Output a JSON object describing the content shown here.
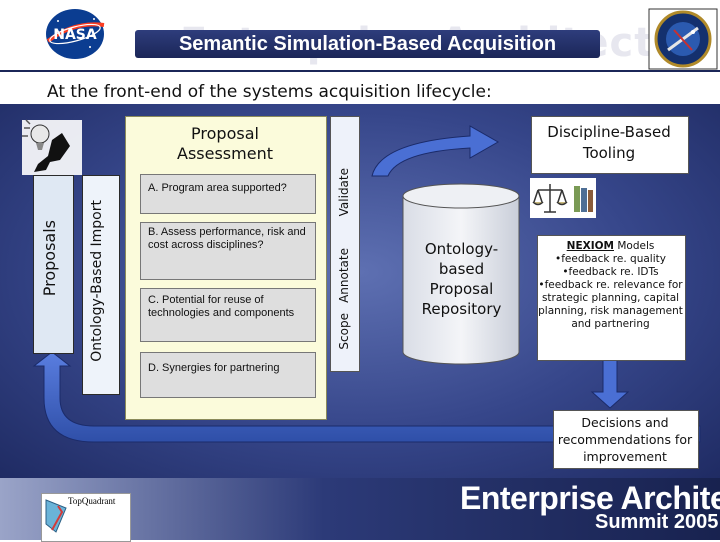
{
  "header": {
    "title": "Semantic Simulation-Based Acquisition",
    "watermark": "Enterprise Architect",
    "nasa_logo": "NASA",
    "seal_icon": "agency-seal-icon"
  },
  "subtitle": "At the front-end of the systems acquisition lifecycle:",
  "diagram": {
    "proposals_label": "Proposals",
    "import_label": "Ontology-Based Import",
    "assessment": {
      "title_line1": "Proposal",
      "title_line2": "Assessment",
      "steps": [
        "A. Program area supported?",
        "B. Assess performance, risk and cost across disciplines?",
        "C. Potential for reuse of technologies and components",
        "D. Synergies for partnering"
      ]
    },
    "stages": [
      "Scope",
      "Annotate",
      "Validate"
    ],
    "repository": {
      "line1": "Ontology-",
      "line2": "based",
      "line3": "Proposal",
      "line4": "Repository"
    },
    "tooling": {
      "line1": "Discipline-Based",
      "line2": "Tooling"
    },
    "nexiom": {
      "brand": "NEXIOM",
      "suffix": " Models",
      "items": [
        "•feedback re. quality",
        "•feedback re. IDTs",
        "•feedback re. relevance for strategic planning, capital planning, risk management and partnering"
      ]
    },
    "decisions": "Decisions and recommendations for improvement",
    "icons": [
      "thinker-icon",
      "scales-icon",
      "books-icon"
    ],
    "colors": {
      "background": "#36468a",
      "arrow": "#4566c8",
      "panel": "#fbfbdb"
    }
  },
  "footer": {
    "event_line1": "Enterprise Architect",
    "event_line2": "Summit 2005",
    "sponsor": "TopQuadrant"
  }
}
